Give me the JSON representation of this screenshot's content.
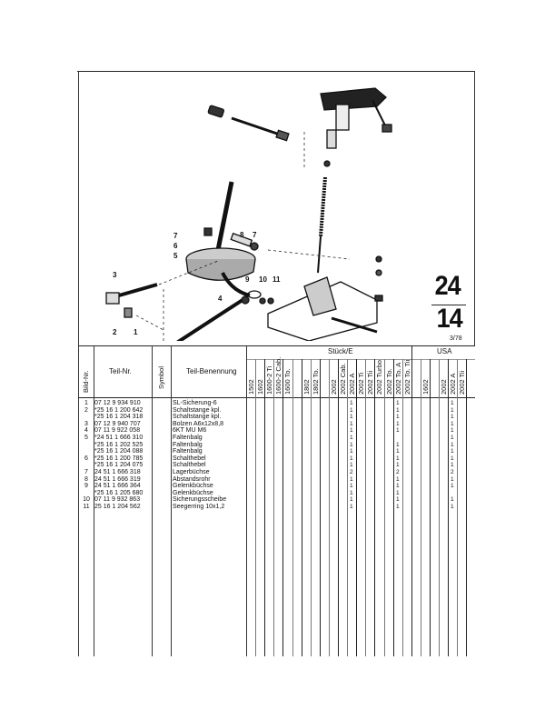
{
  "page": {
    "group": "24",
    "subgroup": "14",
    "date": "3/78"
  },
  "diagram": {
    "callouts": [
      "1",
      "2",
      "3",
      "4",
      "5",
      "6",
      "7",
      "7",
      "8",
      "9",
      "10",
      "11"
    ]
  },
  "table": {
    "headers": {
      "bild_nr": "Bild-Nr.",
      "teil_nr": "Teil-Nr.",
      "symbol": "Symbol",
      "benennung": "Teil-Benennung",
      "stueck": "Stück/E",
      "usa": "USA"
    },
    "model_columns": [
      "1502",
      "1602",
      "1600-2 Ti",
      "1600-2 Cab.",
      "1600 To.",
      "",
      "1802",
      "1802 To.",
      "",
      "2002",
      "2002 Cab.",
      "2002 A",
      "2002 Ti",
      "2002 Tii",
      "2002 Turbo",
      "2002 To.",
      "2002 To. A",
      "2002 To. Tii",
      "",
      "1602",
      "",
      "2002",
      "2002 A",
      "2002 Tii"
    ],
    "rows": [
      {
        "bild": "1",
        "teil": "07 12 9 934 910",
        "name": "SL-Sicherung-6",
        "qty": {
          "11": "1",
          "16": "1",
          "22": "1"
        }
      },
      {
        "bild": "2",
        "teil": "*25 16 1 200 642",
        "name": "Schaltstange kpl.",
        "qty": {
          "11": "1",
          "16": "1",
          "22": "1"
        }
      },
      {
        "bild": "",
        "teil": "*25 16 1 204 318",
        "name": "Schaltstange kpl.",
        "qty": {
          "11": "1",
          "16": "1",
          "22": "1"
        }
      },
      {
        "bild": "3",
        "teil": "07 12 9 940 707",
        "name": "Bolzen A6x12x8,8",
        "qty": {
          "11": "1",
          "16": "1",
          "22": "1"
        }
      },
      {
        "bild": "4",
        "teil": "07 11 9 922 058",
        "name": "6KT MU M6",
        "qty": {
          "11": "1",
          "16": "1",
          "22": "1"
        }
      },
      {
        "bild": "5",
        "teil": "*24 51 1 666 310",
        "name": "Faltenbalg",
        "qty": {
          "11": "1",
          "22": "1"
        }
      },
      {
        "bild": "",
        "teil": "*25 16 1 202 525",
        "name": "Faltenbalg",
        "qty": {
          "11": "1",
          "16": "1",
          "22": "1"
        }
      },
      {
        "bild": "",
        "teil": "*25 16 1 204 088",
        "name": "Faltenbalg",
        "qty": {
          "11": "1",
          "16": "1",
          "22": "1"
        }
      },
      {
        "bild": "6",
        "teil": "*25 16 1 200 785",
        "name": "Schalthebel",
        "qty": {
          "11": "1",
          "16": "1",
          "22": "1"
        }
      },
      {
        "bild": "",
        "teil": "*25 16 1 204 075",
        "name": "Schalthebel",
        "qty": {
          "11": "1",
          "16": "1",
          "22": "1"
        }
      },
      {
        "bild": "7",
        "teil": "24 51 1 666 318",
        "name": "Lagerbüchse",
        "qty": {
          "11": "2",
          "16": "2",
          "22": "2"
        }
      },
      {
        "bild": "8",
        "teil": "24 51 1 666 319",
        "name": "Abstandsrohr",
        "qty": {
          "11": "1",
          "16": "1",
          "22": "1"
        }
      },
      {
        "bild": "9",
        "teil": "24 51 1 666 364",
        "name": "Gelenkbüchse",
        "qty": {
          "11": "1",
          "16": "1",
          "22": "1"
        }
      },
      {
        "bild": "",
        "teil": "*25 16 1 205 680",
        "name": "Gelenkbüchse",
        "qty": {
          "11": "1",
          "16": "1"
        }
      },
      {
        "bild": "10",
        "teil": "07 11 9 932 863",
        "name": "Sicherungsscheibe",
        "qty": {
          "11": "1",
          "16": "1",
          "22": "1"
        }
      },
      {
        "bild": "11",
        "teil": "25 16 1 204 562",
        "name": "Seegerring 10x1,2",
        "qty": {
          "11": "1",
          "16": "1",
          "22": "1"
        }
      }
    ]
  }
}
